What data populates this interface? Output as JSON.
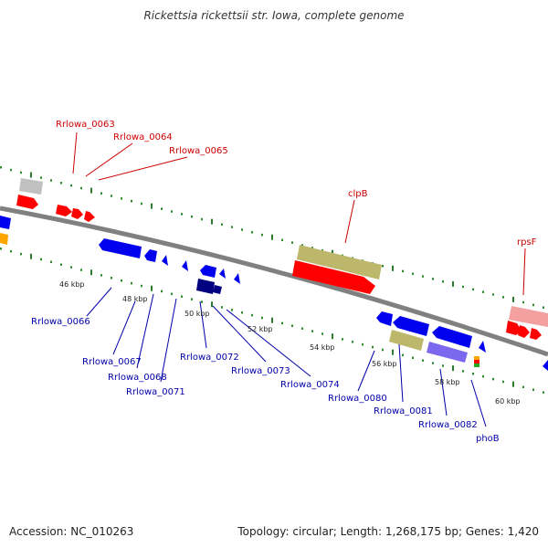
{
  "title": "Rickettsia rickettsii str. Iowa, complete genome",
  "footer": {
    "accession": "Accession: NC_010263",
    "summary": "Topology: circular; Length: 1,268,175 bp; Genes: 1,420"
  },
  "colors": {
    "backbone": "#808080",
    "dots": "#2e8b2e",
    "ticks": "#2e7d2e",
    "forward_gene": "#ff0000",
    "forward_label": "#cc0000",
    "reverse_gene": "#0000ee",
    "reverse_label": "#0000aa",
    "rna_gene": "#bdb76b",
    "pseudo_gene": "#c0c0c0",
    "pink_gene": "#f4a0a0",
    "purple_gene": "#7b68ee",
    "navy_gene": "#000080",
    "orange_gene": "#ffa500"
  },
  "scale_labels": [
    "46 kbp",
    "48 kbp",
    "50 kbp",
    "52 kbp",
    "54 kbp",
    "56 kbp",
    "58 kbp",
    "60 kbp"
  ],
  "forward_labels": [
    "Rrlowa_0063",
    "Rrlowa_0064",
    "Rrlowa_0065",
    "clpB",
    "rpsF"
  ],
  "reverse_labels": [
    "Rrlowa_0066",
    "Rrlowa_0067",
    "Rrlowa_0068",
    "Rrlowa_0071",
    "Rrlowa_0072",
    "Rrlowa_0073",
    "Rrlowa_0074",
    "Rrlowa_0080",
    "Rrlowa_0081",
    "Rrlowa_0082",
    "phoB"
  ]
}
